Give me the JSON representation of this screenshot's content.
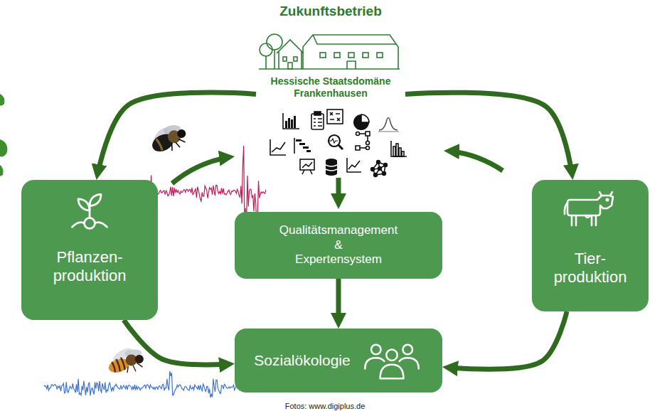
{
  "diagram": {
    "title": "Zukunftsbetrieb",
    "caption": "Fotos: www.digiplus.de",
    "nodes": [
      {
        "text": [
          "Hessische Staatsdomäne Frankenhausen"
        ]
      },
      {
        "text": [
          "Pflanzen- produktion"
        ]
      },
      {
        "text": [
          "Qualitätsmanagement & Expertensystem"
        ]
      },
      {
        "text": [
          "Tier- produktion"
        ]
      },
      {
        "text": [
          "Sozialökologie"
        ]
      }
    ],
    "edges": [
      {
        "from": 0,
        "to": 1,
        "arrow": "to"
      },
      {
        "from": 0,
        "to": 3,
        "arrow": "to"
      },
      {
        "from": 1,
        "to": 4,
        "arrow": "to"
      },
      {
        "from": 2,
        "to": 4,
        "arrow": "to"
      },
      {
        "from": 3,
        "to": 4,
        "arrow": "to"
      }
    ]
  }
}
